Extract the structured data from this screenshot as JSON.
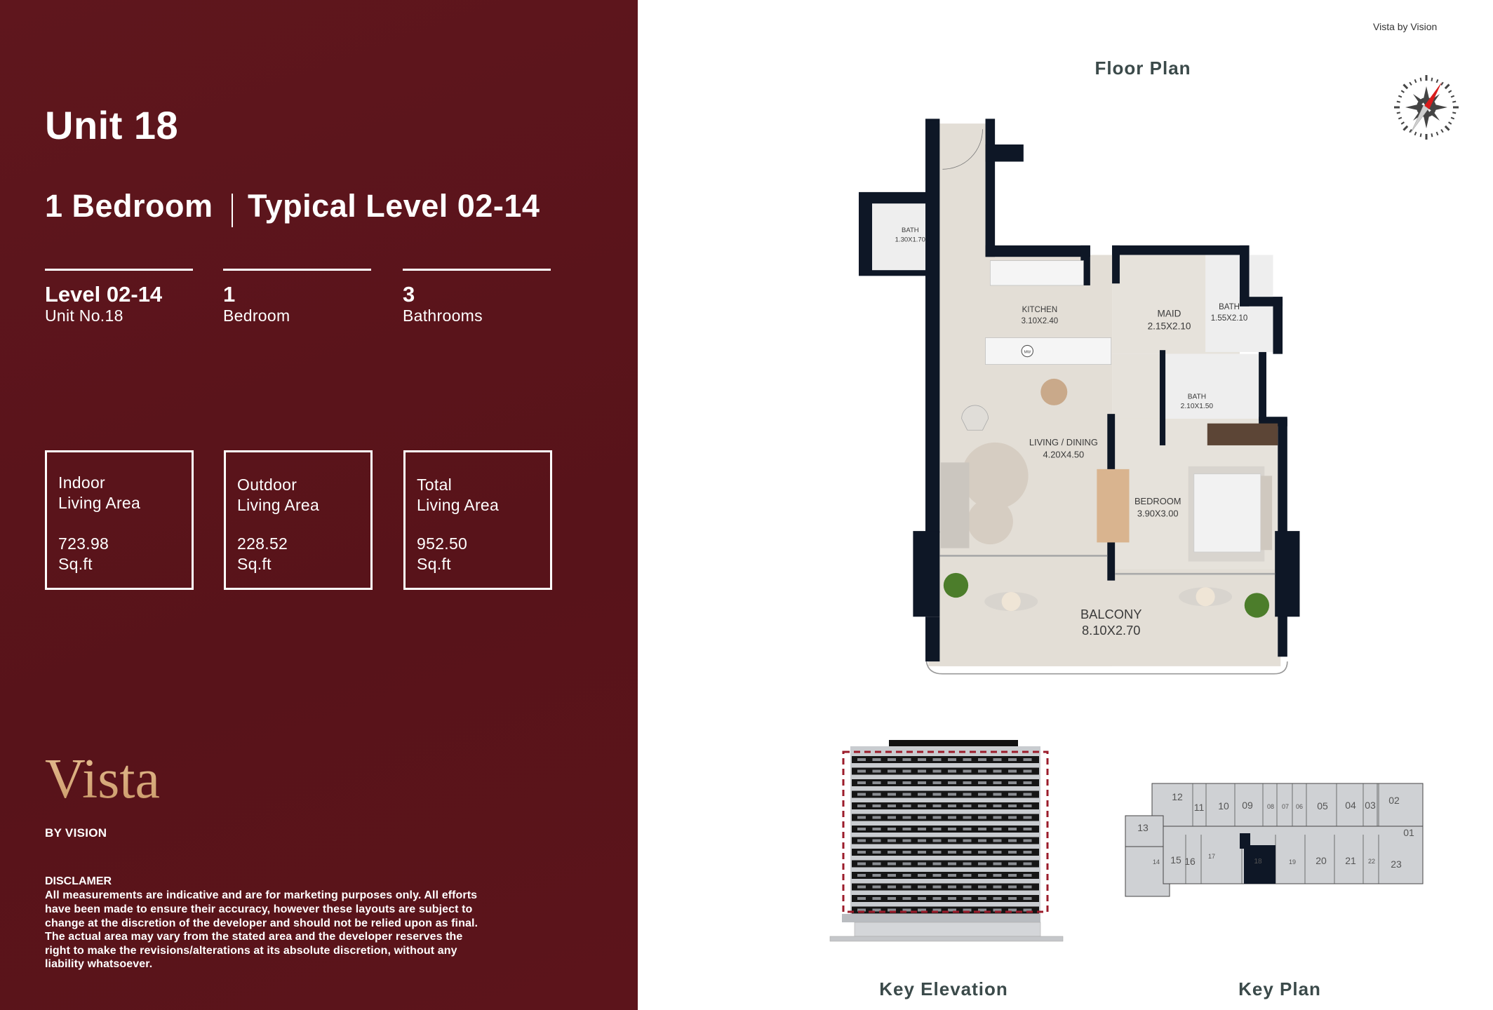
{
  "unit": {
    "title": "Unit 18",
    "type": "1 Bedroom",
    "level_heading": "Typical Level 02-14"
  },
  "stats": [
    {
      "value": "Level 02-14",
      "label": "Unit No.18"
    },
    {
      "value": "1",
      "label": "Bedroom"
    },
    {
      "value": "3",
      "label": "Bathrooms"
    }
  ],
  "areas": [
    {
      "line1": "Indoor",
      "line2": "Living Area",
      "value": "723.98",
      "unit": "Sq.ft"
    },
    {
      "line1": "Outdoor",
      "line2": "Living Area",
      "value": "228.52",
      "unit": "Sq.ft"
    },
    {
      "line1": "Total",
      "line2": "Living Area",
      "value": "952.50",
      "unit": "Sq.ft"
    }
  ],
  "brand": {
    "logo": "Vista",
    "tagline": "BY VISION",
    "top_right": "Vista by Vision"
  },
  "disclaimer": {
    "heading": "DISCLAMER",
    "lines": [
      "All measurements are indicative and are for marketing purposes only. All efforts",
      "have been made to ensure their accuracy, however these layouts are subject to",
      "change at the discretion of the developer and should not be relied upon as final.",
      "The actual area may vary from the stated area and the developer reserves the",
      "right to make the revisions/alterations at its absolute discretion, without any",
      "liability whatsoever."
    ]
  },
  "floor_plan": {
    "title": "Floor Plan",
    "compass_icon": "compass-north-arrow",
    "rooms": [
      {
        "name": "BATH",
        "size": "1.30X1.70"
      },
      {
        "name": "KITCHEN",
        "size": "3.10X2.40"
      },
      {
        "name": "MAID",
        "size": "2.15X2.10"
      },
      {
        "name": "BATH",
        "size": "1.55X2.10"
      },
      {
        "name": "BATH",
        "size": "2.10X1.50"
      },
      {
        "name": "LIVING / DINING",
        "size": "4.20X4.50"
      },
      {
        "name": "BEDROOM",
        "size": "3.90X3.00"
      },
      {
        "name": "BALCONY",
        "size": "8.10X2.70"
      }
    ],
    "appliance_label": "MW"
  },
  "key_elevation": {
    "title": "Key Elevation"
  },
  "key_plan": {
    "title": "Key Plan",
    "highlighted_unit": "18",
    "units": [
      "01",
      "02",
      "03",
      "04",
      "05",
      "06",
      "07",
      "08",
      "09",
      "10",
      "11",
      "12",
      "13",
      "14",
      "15",
      "16",
      "17",
      "18",
      "19",
      "20",
      "21",
      "22",
      "23"
    ]
  },
  "colors": {
    "panel": "#5a141b",
    "logo_gold": "#d9ab7d",
    "walls": "#0e1726",
    "elevation_highlight": "#9b1b2a"
  }
}
